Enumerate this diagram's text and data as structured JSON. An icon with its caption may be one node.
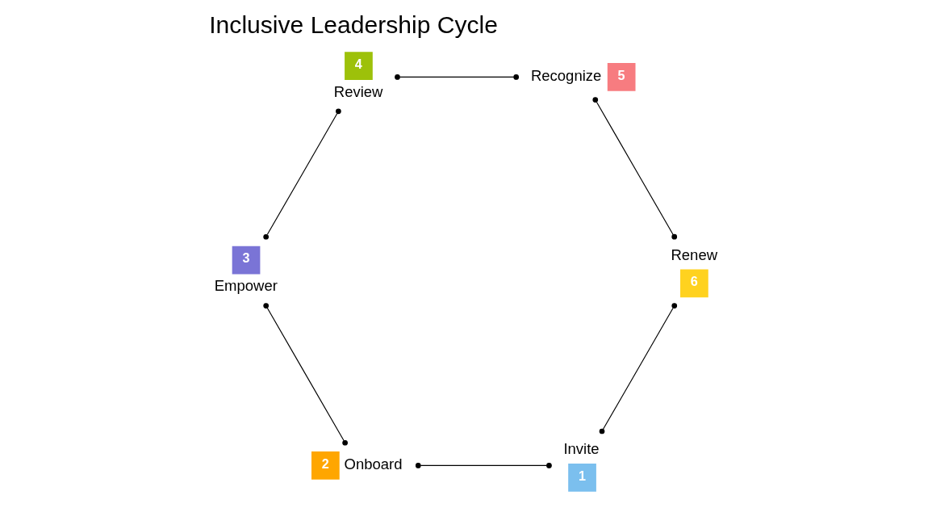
{
  "diagram": {
    "title": "Inclusive Leadership Cycle",
    "nodes": [
      {
        "text": [
          "1"
        ],
        "beside": [
          "Invite"
        ]
      },
      {
        "text": [
          "2"
        ],
        "beside": [
          "Onboard"
        ]
      },
      {
        "text": [
          "3"
        ],
        "beside": [
          "Empower"
        ]
      },
      {
        "text": [
          "4"
        ],
        "beside": [
          "Review"
        ]
      },
      {
        "text": [
          "5"
        ],
        "beside": [
          "Recognize"
        ]
      },
      {
        "text": [
          "6"
        ],
        "beside": [
          "Renew"
        ]
      }
    ],
    "edges": [
      {
        "from": 0,
        "to": 1,
        "arrow": "other"
      },
      {
        "from": 1,
        "to": 2,
        "arrow": "other"
      },
      {
        "from": 2,
        "to": 3,
        "arrow": "other"
      },
      {
        "from": 3,
        "to": 4,
        "arrow": "other"
      },
      {
        "from": 4,
        "to": 5,
        "arrow": "other"
      },
      {
        "from": 5,
        "to": 0,
        "arrow": "other"
      }
    ]
  }
}
